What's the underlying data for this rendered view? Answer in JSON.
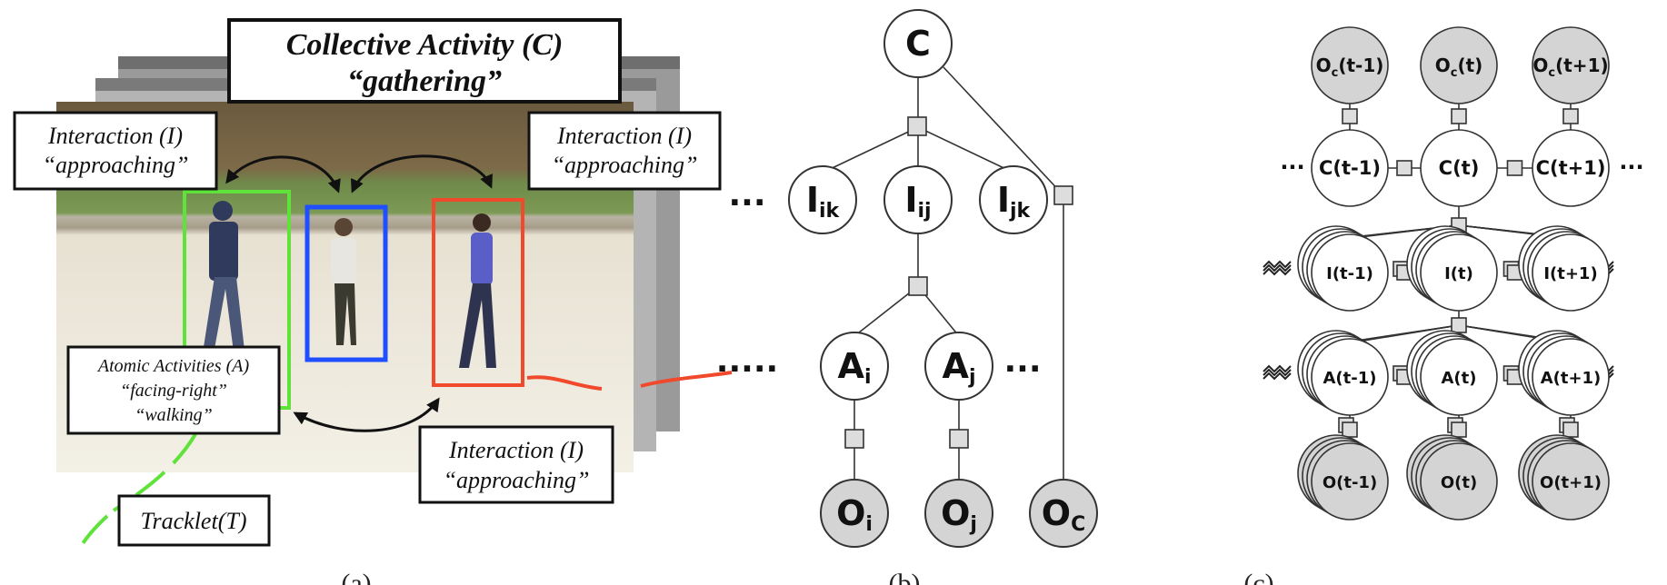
{
  "panel_a": {
    "collective_box": {
      "line1": "Collective Activity (C)",
      "line2": "“gathering”"
    },
    "interaction_left": {
      "line1": "Interaction (I)",
      "line2": "“approaching”"
    },
    "interaction_right": {
      "line1": "Interaction (I)",
      "line2": "“approaching”"
    },
    "interaction_bottom": {
      "line1": "Interaction (I)",
      "line2": "“approaching”"
    },
    "atomic_box": {
      "line1": "Atomic Activities (A)",
      "line2": "“facing-right”",
      "line3": "“walking”"
    },
    "tracklet_box": {
      "label": "Tracklet(",
      "symbol": "T",
      "close": ")"
    },
    "box_colors": {
      "green": "#5fe33a",
      "blue": "#1f4fff",
      "red": "#f0492c"
    }
  },
  "panel_b": {
    "nodes": {
      "C": {
        "main": "C",
        "sub": ""
      },
      "Iik": {
        "main": "I",
        "sub": "ik"
      },
      "Iij": {
        "main": "I",
        "sub": "ij"
      },
      "Ijk": {
        "main": "I",
        "sub": "jk"
      },
      "Ai": {
        "main": "A",
        "sub": "i"
      },
      "Aj": {
        "main": "A",
        "sub": "j"
      },
      "Oi": {
        "main": "O",
        "sub": "i"
      },
      "Oj": {
        "main": "O",
        "sub": "j"
      },
      "Oc": {
        "main": "O",
        "sub": "C"
      }
    },
    "ellipsis_short": "···",
    "ellipsis_long": "·····"
  },
  "panel_c": {
    "oc_row": [
      {
        "main": "O",
        "sub": "c",
        "arg": "(t-1)"
      },
      {
        "main": "O",
        "sub": "c",
        "arg": "(t)"
      },
      {
        "main": "O",
        "sub": "c",
        "arg": "(t+1)"
      }
    ],
    "c_row": [
      "C(t-1)",
      "C(t)",
      "C(t+1)"
    ],
    "i_row": [
      "I(t-1)",
      "I(t)",
      "I(t+1)"
    ],
    "a_row": [
      "A(t-1)",
      "A(t)",
      "A(t+1)"
    ],
    "o_row": [
      "O(t-1)",
      "O(t)",
      "O(t+1)"
    ],
    "ellipsis": "···"
  },
  "captions": [
    "(a)",
    "(b)",
    "(c)"
  ],
  "colors": {
    "observed_fill": "#d4d4d4",
    "hidden_fill": "#ffffff"
  }
}
